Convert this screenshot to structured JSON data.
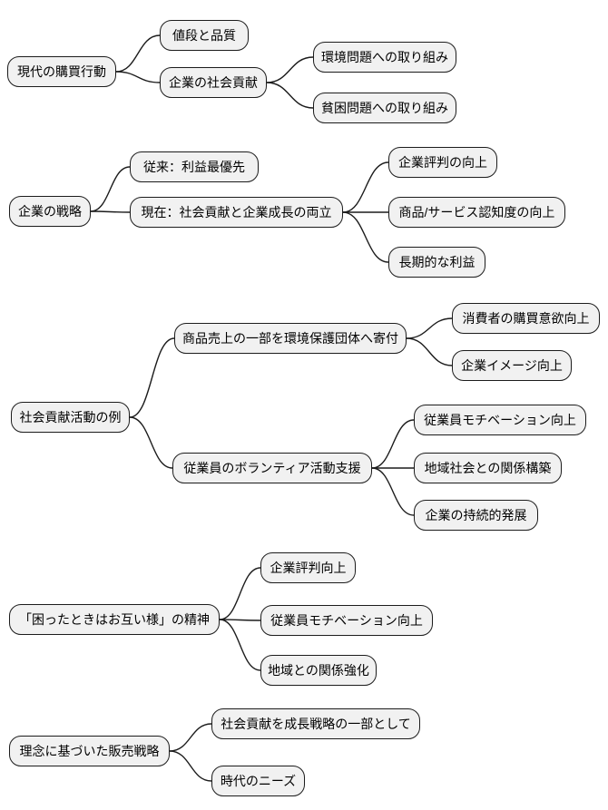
{
  "diagram": {
    "trees": [
      {
        "root": {
          "label": "現代の購買行動",
          "children": [
            {
              "label": "値段と品質"
            },
            {
              "label": "企業の社会貢献",
              "children": [
                {
                  "label": "環境問題への取り組み"
                },
                {
                  "label": "貧困問題への取り組み"
                }
              ]
            }
          ]
        }
      },
      {
        "root": {
          "label": "企業の戦略",
          "children": [
            {
              "label": "従来：利益最優先"
            },
            {
              "label": "現在：社会貢献と企業成長の両立",
              "children": [
                {
                  "label": "企業評判の向上"
                },
                {
                  "label": "商品/サービス認知度の向上"
                },
                {
                  "label": "長期的な利益"
                }
              ]
            }
          ]
        }
      },
      {
        "root": {
          "label": "社会貢献活動の例",
          "children": [
            {
              "label": "商品売上の一部を環境保護団体へ寄付",
              "children": [
                {
                  "label": "消費者の購買意欲向上"
                },
                {
                  "label": "企業イメージ向上"
                }
              ]
            },
            {
              "label": "従業員のボランティア活動支援",
              "children": [
                {
                  "label": "従業員モチベーション向上"
                },
                {
                  "label": "地域社会との関係構築"
                },
                {
                  "label": "企業の持続的発展"
                }
              ]
            }
          ]
        }
      },
      {
        "root": {
          "label": "「困ったときはお互い様」の精神",
          "children": [
            {
              "label": "企業評判向上"
            },
            {
              "label": "従業員モチベーション向上"
            },
            {
              "label": "地域との関係強化"
            }
          ]
        }
      },
      {
        "root": {
          "label": "理念に基づいた販売戦略",
          "children": [
            {
              "label": "社会貢献を成長戦略の一部として"
            },
            {
              "label": "時代のニーズ"
            }
          ]
        }
      }
    ]
  },
  "colors": {
    "background": "#ffffff",
    "node_fill": "#f1f1f1",
    "node_border": "#1c1c1c",
    "edge": "#1c1c1c",
    "text": "#000000"
  }
}
